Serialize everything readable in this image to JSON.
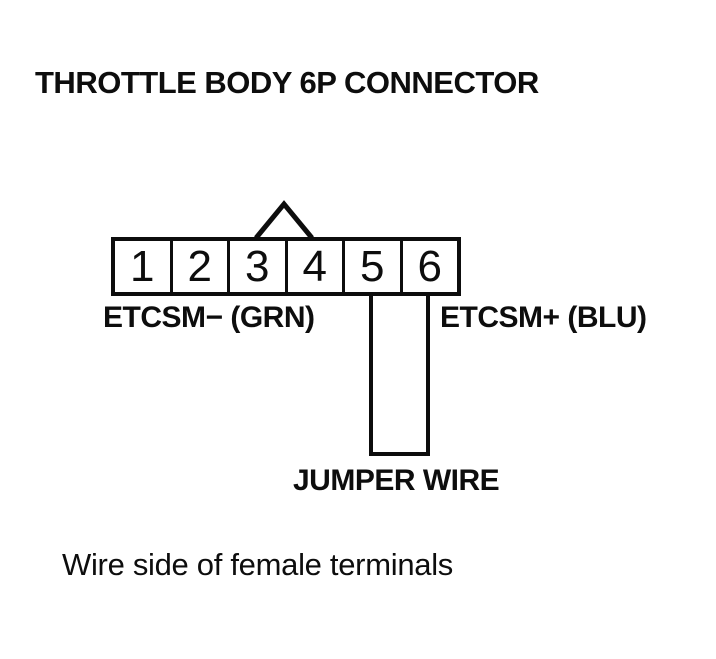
{
  "title": "THROTTLE BODY 6P CONNECTOR",
  "connector": {
    "pins": [
      "1",
      "2",
      "3",
      "4",
      "5",
      "6"
    ]
  },
  "labels": {
    "left_terminal": "ETCSM− (GRN)",
    "right_terminal": "ETCSM+ (BLU)",
    "jumper": "JUMPER WIRE",
    "caption": "Wire side of female terminals"
  },
  "colors": {
    "ink": "#0d0d0d",
    "background": "#ffffff"
  }
}
